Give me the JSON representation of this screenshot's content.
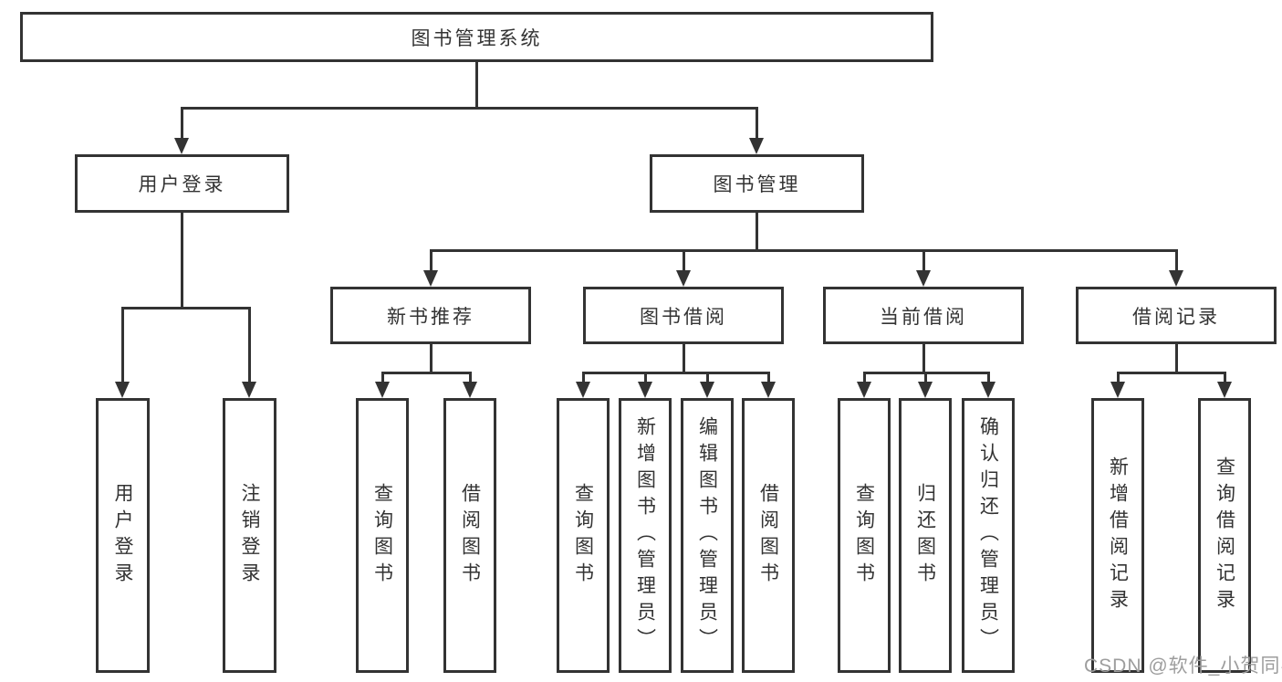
{
  "nodes": {
    "root": "图书管理系统",
    "login": "用户登录",
    "mgmt": "图书管理",
    "rec": "新书推荐",
    "borrow": "图书借阅",
    "current": "当前借阅",
    "record": "借阅记录",
    "login_user": "用户登录",
    "login_logout": "注销登录",
    "rec_query": "查询图书",
    "rec_borrow": "借阅图书",
    "borrow_query": "查询图书",
    "borrow_add": "新增图书（管理员）",
    "borrow_edit": "编辑图书（管理员）",
    "borrow_borrow": "借阅图书",
    "current_query": "查询图书",
    "current_return": "归还图书",
    "current_confirm": "确认归还（管理员）",
    "record_add": "新增借阅记录",
    "record_query": "查询借阅记录"
  },
  "watermark": "CSDN @软件_小贺同学",
  "colors": {
    "line": "#333333",
    "text": "#333333",
    "background": "#ffffff",
    "watermark": "#9d9d9d"
  }
}
